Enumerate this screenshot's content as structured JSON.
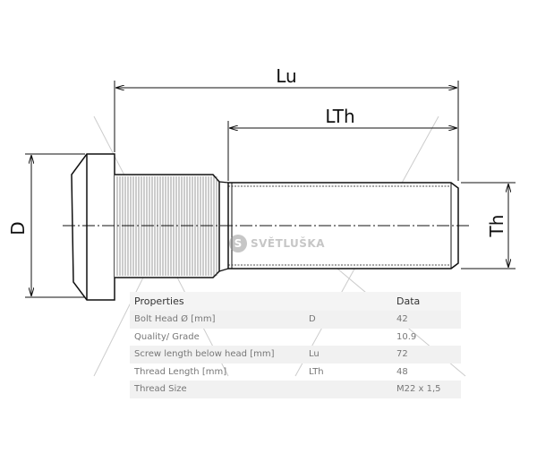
{
  "drawing": {
    "dimensions": {
      "lu": "Lu",
      "lth": "LTh",
      "d": "D",
      "th": "Th"
    },
    "watermark": "SVĚTLUŠKA"
  },
  "table": {
    "headers": [
      "Properties",
      "",
      "Data"
    ],
    "rows": [
      [
        "Bolt Head Ø [mm]",
        "D",
        "42"
      ],
      [
        "Quality/ Grade",
        "",
        "10.9"
      ],
      [
        "Screw length below head [mm]",
        "Lu",
        "72"
      ],
      [
        "Thread Length [mm]",
        "LTh",
        "48"
      ],
      [
        "Thread Size",
        "",
        "M22 x 1,5"
      ]
    ]
  }
}
